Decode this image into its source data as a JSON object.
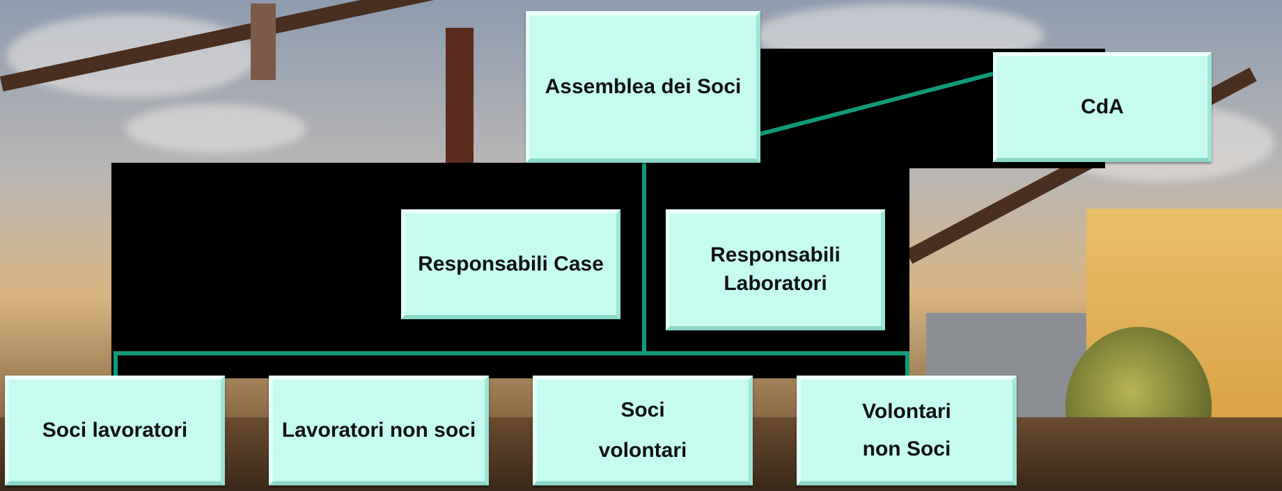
{
  "diagram": {
    "top": {
      "label": "Assemblea dei Soci"
    },
    "board": {
      "label": "CdA"
    },
    "middle": [
      {
        "label": "Responsabili Case"
      },
      {
        "label": "Responsabili Laboratori"
      }
    ],
    "bottom": [
      {
        "label": "Soci lavoratori"
      },
      {
        "label": "Lavoratori non soci"
      },
      {
        "label": "Soci volontari"
      },
      {
        "label": "Volontari non Soci"
      }
    ]
  },
  "colors": {
    "box_fill": "#c6fbf0",
    "connector": "#139a78",
    "panel": "#000000"
  }
}
